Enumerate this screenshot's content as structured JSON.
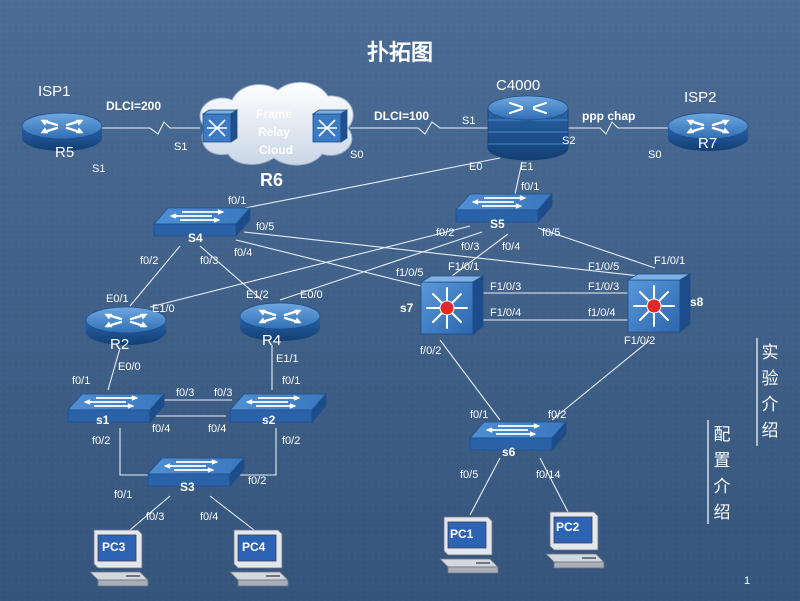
{
  "title": "扑拓图",
  "page_number": "1",
  "nav": {
    "experiment_intro": "实验介绍",
    "config_intro": "配置介绍"
  },
  "devices": {
    "r5": {
      "name": "R5",
      "caption": "ISP1"
    },
    "r7": {
      "name": "R7",
      "caption": "ISP2"
    },
    "r6": {
      "name": "R6",
      "cloud_line1": "Frame",
      "cloud_line2": "Relay",
      "cloud_line3": "Cloud"
    },
    "c4000": {
      "name": "C4000"
    },
    "r2": {
      "name": "R2"
    },
    "r4": {
      "name": "R4"
    },
    "s4": {
      "name": "S4"
    },
    "s5": {
      "name": "S5"
    },
    "s1": {
      "name": "s1"
    },
    "s2": {
      "name": "s2"
    },
    "s3": {
      "name": "S3"
    },
    "s6": {
      "name": "s6"
    },
    "s7": {
      "name": "s7"
    },
    "s8": {
      "name": "s8"
    },
    "pc1": {
      "name": "PC1"
    },
    "pc2": {
      "name": "PC2"
    },
    "pc3": {
      "name": "PC3"
    },
    "pc4": {
      "name": "PC4"
    }
  },
  "link_labels": {
    "dlci200": "DLCI=200",
    "dlci100": "DLCI=100",
    "ppp": "ppp chap"
  },
  "ports": {
    "r5_s1": "S1",
    "r6_s1": "S1",
    "r6_s0": "S0",
    "c4k_s1": "S1",
    "c4k_s2": "S2",
    "c4k_e0": "E0",
    "c4k_e1": "E1",
    "r7_s0": "S0",
    "s4_f01": "f0/1",
    "s4_f05": "f0/5",
    "s4_f04": "f0/4",
    "s4_f02": "f0/2",
    "s4_f03": "f0/3",
    "s5_f01": "f0/1",
    "s5_f02": "f0/2",
    "s5_f03": "f0/3",
    "s5_f04": "f0/4",
    "s5_f05": "f0/5",
    "r2_e01": "E0/1",
    "r2_e10": "E1/0",
    "r2_e00": "E0/0",
    "r4_e12": "E1/2",
    "r4_e00": "E0/0",
    "r4_e11": "E1/1",
    "s7_f105": "f1/0/5",
    "s7_f101": "F1/0/1",
    "s7_f103": "F1/0/3",
    "s7_f104": "F1/0/4",
    "s7_f02": "f/0/2",
    "s8_f105": "F1/0/5",
    "s8_f101": "F1/0/1",
    "s8_f103": "F1/0/3",
    "s8_f104": "f1/0/4",
    "s8_f102": "F1/0/2",
    "s1_f01": "f0/1",
    "s1_f03": "f0/3",
    "s1_f04": "f0/4",
    "s1_f02": "f0/2",
    "s2_f03": "f0/3",
    "s2_f01": "f0/1",
    "s2_f04": "f0/4",
    "s2_f02": "f0/2",
    "s3_f01": "f0/1",
    "s3_f02": "f0/2",
    "s3_f03": "f0/3",
    "s3_f04": "f0/4",
    "s6_f01": "f0/1",
    "s6_f02": "f0/2",
    "s6_f05": "f0/5",
    "s6_f014": "f0/14"
  }
}
